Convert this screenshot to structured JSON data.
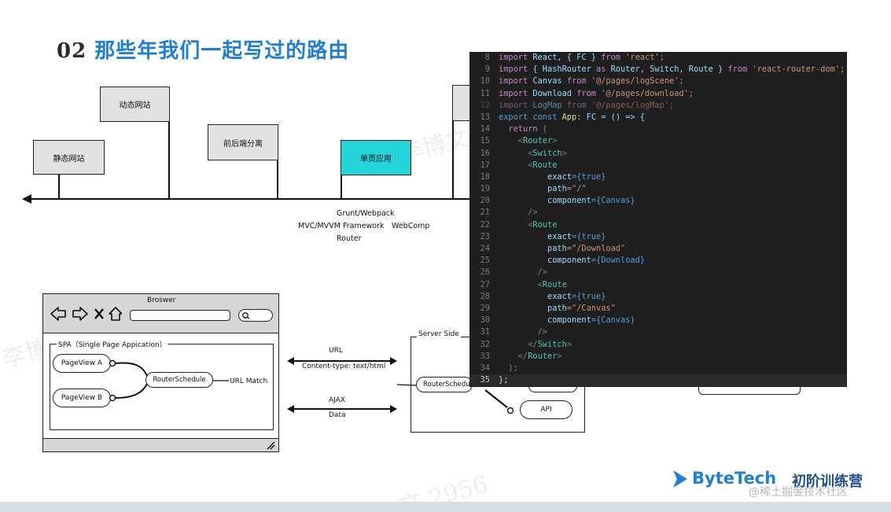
{
  "title": {
    "number": "02",
    "text": "那些年我们一起写过的路由"
  },
  "timeline": {
    "flags": [
      {
        "label": "静态网站"
      },
      {
        "label": "动态网站"
      },
      {
        "label": "前后端分离"
      },
      {
        "label": "单页应用"
      }
    ],
    "notes": {
      "grunt": "Grunt/Webpack",
      "mvc": "MVC/MVVM Framework",
      "webcomp": "WebComp",
      "router": "Router"
    }
  },
  "code": {
    "lines": [
      {
        "n": "8"
      },
      {
        "n": "9"
      },
      {
        "n": "10"
      },
      {
        "n": "11"
      },
      {
        "n": "12"
      },
      {
        "n": "13"
      },
      {
        "n": "14"
      },
      {
        "n": "15"
      },
      {
        "n": "16"
      },
      {
        "n": "17"
      },
      {
        "n": "18"
      },
      {
        "n": "19"
      },
      {
        "n": "20"
      },
      {
        "n": "21"
      },
      {
        "n": "22"
      },
      {
        "n": "23"
      },
      {
        "n": "24"
      },
      {
        "n": "25"
      },
      {
        "n": "26"
      },
      {
        "n": "27"
      },
      {
        "n": "28"
      },
      {
        "n": "29"
      },
      {
        "n": "30"
      },
      {
        "n": "31"
      },
      {
        "n": "32"
      },
      {
        "n": "33"
      },
      {
        "n": "34"
      },
      {
        "n": "35"
      }
    ],
    "text": {
      "l8": [
        "import",
        " React, { FC } ",
        "from",
        " 'react';"
      ],
      "l9": [
        "import",
        " { HashRouter ",
        "as",
        " Router, Switch, Route } ",
        "from",
        " 'react-router-dom';"
      ],
      "l10": [
        "import",
        " Canvas ",
        "from",
        " '@/pages/logScene';"
      ],
      "l11": [
        "import",
        " Download ",
        "from",
        " '@/pages/download';"
      ],
      "l12": [
        "import",
        " LogMap ",
        "from",
        " '@/pages/logMap';"
      ],
      "l13": [
        "export const",
        " App",
        ": FC = () => {"
      ],
      "l14": [
        "  return",
        " ("
      ],
      "l15": [
        "    <",
        "Router",
        ">"
      ],
      "l16": [
        "      <",
        "Switch",
        ">"
      ],
      "l17": [
        "      <",
        "Route"
      ],
      "l18": [
        "          exact",
        "={true}"
      ],
      "l19": [
        "          path",
        "=\"/\""
      ],
      "l20": [
        "          component",
        "={Canvas}"
      ],
      "l21": [
        "      />"
      ],
      "l22": [
        "      <",
        "Route"
      ],
      "l23": [
        "          exact",
        "={true}"
      ],
      "l24": [
        "          path",
        "=\"/Download\""
      ],
      "l25": [
        "          component",
        "={Download}"
      ],
      "l26": [
        "        />"
      ],
      "l27": [
        "        <",
        "Route"
      ],
      "l28": [
        "          exact",
        "={true}"
      ],
      "l29": [
        "          path",
        "=\"/Canvas\""
      ],
      "l30": [
        "          component",
        "={Canvas}"
      ],
      "l31": [
        "        />"
      ],
      "l32": [
        "      </",
        "Switch",
        ">"
      ],
      "l33": [
        "    </",
        "Router",
        ">"
      ],
      "l34": [
        "  );"
      ],
      "l35": [
        "};"
      ]
    }
  },
  "browser": {
    "title": "Broswer",
    "spa_label": "SPA（Single Page Appication）",
    "page_a": "PageView A",
    "page_b": "PageView B",
    "scheduler": "RouterSchedule",
    "url_match": "URL Match"
  },
  "arrows": {
    "url": "URL",
    "content_type": "Content-type: text/html",
    "ajax": "AJAX",
    "data": "Data"
  },
  "server": {
    "label": "Server Side",
    "scheduler": "RouterSchedu",
    "api": "API"
  },
  "watermark": {
    "text": "李博文 2956",
    "text2": "文 2956"
  },
  "brand": {
    "name": "ByteTech",
    "sub": "初阶训练营",
    "credit": "@稀土掘金技术社区"
  },
  "colors": {
    "accent": "#1f7fd8",
    "highlight": "#25d4d8",
    "editor_bg": "#1f1f1f"
  }
}
